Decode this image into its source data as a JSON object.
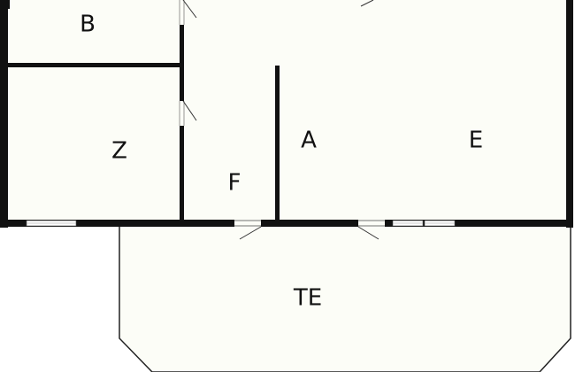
{
  "floor_plan": {
    "colors": {
      "wall": "#111111",
      "floor": "#fcfdf7",
      "terrace_outline": "#222222",
      "window": "#ffffff",
      "door_line": "#333333",
      "background": "#ffffff"
    },
    "rooms": [
      {
        "key": "b",
        "label": "B"
      },
      {
        "key": "z",
        "label": "Z"
      },
      {
        "key": "f",
        "label": "F"
      },
      {
        "key": "a",
        "label": "A"
      },
      {
        "key": "e",
        "label": "E"
      },
      {
        "key": "te",
        "label": "TE"
      }
    ]
  }
}
